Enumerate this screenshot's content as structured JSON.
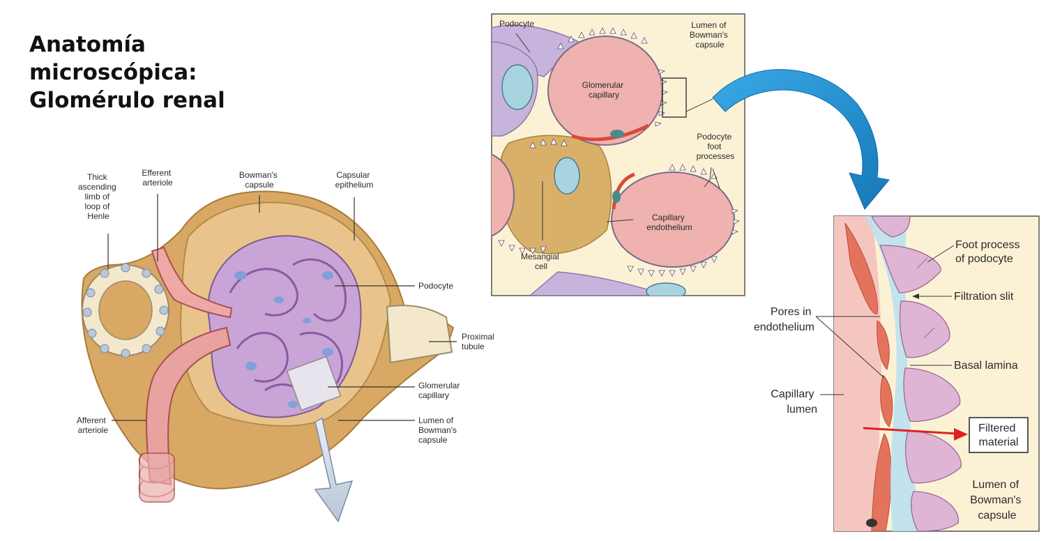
{
  "title": {
    "line1": "Anatomía",
    "line2": "microscópica:",
    "line3": "Glomérulo renal"
  },
  "glomerulus_labels": {
    "thick_ascending": [
      "Thick",
      "ascending",
      "limb of",
      "loop of",
      "Henle"
    ],
    "efferent": [
      "Efferent",
      "arteriole"
    ],
    "bowmans_capsule": [
      "Bowman's",
      "capsule"
    ],
    "capsular_epithelium": [
      "Capsular",
      "epithelium"
    ],
    "podocyte": [
      "Podocyte"
    ],
    "proximal_tubule": [
      "Proximal",
      "tubule"
    ],
    "glomerular_capillary": [
      "Glomerular",
      "capillary"
    ],
    "lumen_bowmans": [
      "Lumen of",
      "Bowman's",
      "capsule"
    ],
    "afferent": [
      "Afferent",
      "arteriole"
    ]
  },
  "capillary_labels": {
    "podocyte": [
      "Podocyte"
    ],
    "lumen_bowmans": [
      "Lumen of",
      "Bowman's",
      "capsule"
    ],
    "glomerular_capillary": [
      "Glomerular",
      "capillary"
    ],
    "foot_processes": [
      "Podocyte",
      "foot",
      "processes"
    ],
    "capillary_endothelium": [
      "Capillary",
      "endothelium"
    ],
    "mesangial_cell": [
      "Mesangial",
      "cell"
    ]
  },
  "filtration_labels": {
    "foot_process": [
      "Foot process",
      "of podocyte"
    ],
    "filtration_slit": [
      "Filtration slit"
    ],
    "pores": [
      "Pores in",
      "endothelium"
    ],
    "basal_lamina": [
      "Basal lamina"
    ],
    "capillary_lumen": [
      "Capillary",
      "lumen"
    ],
    "filtered_material": [
      "Filtered",
      "material"
    ],
    "lumen_bowmans": [
      "Lumen of",
      "Bowman's",
      "capsule"
    ]
  },
  "colors": {
    "capsule_tan": "#d8a864",
    "glomerulus_purple": "#c9a4d6",
    "capillary_pink": "#efb2ae",
    "basal_lamina_blue": "#bfe2ee",
    "arrow_blue": "#1c8fd0",
    "filter_arrow_red": "#e02020",
    "panel_bg": "#fbf2d6"
  }
}
